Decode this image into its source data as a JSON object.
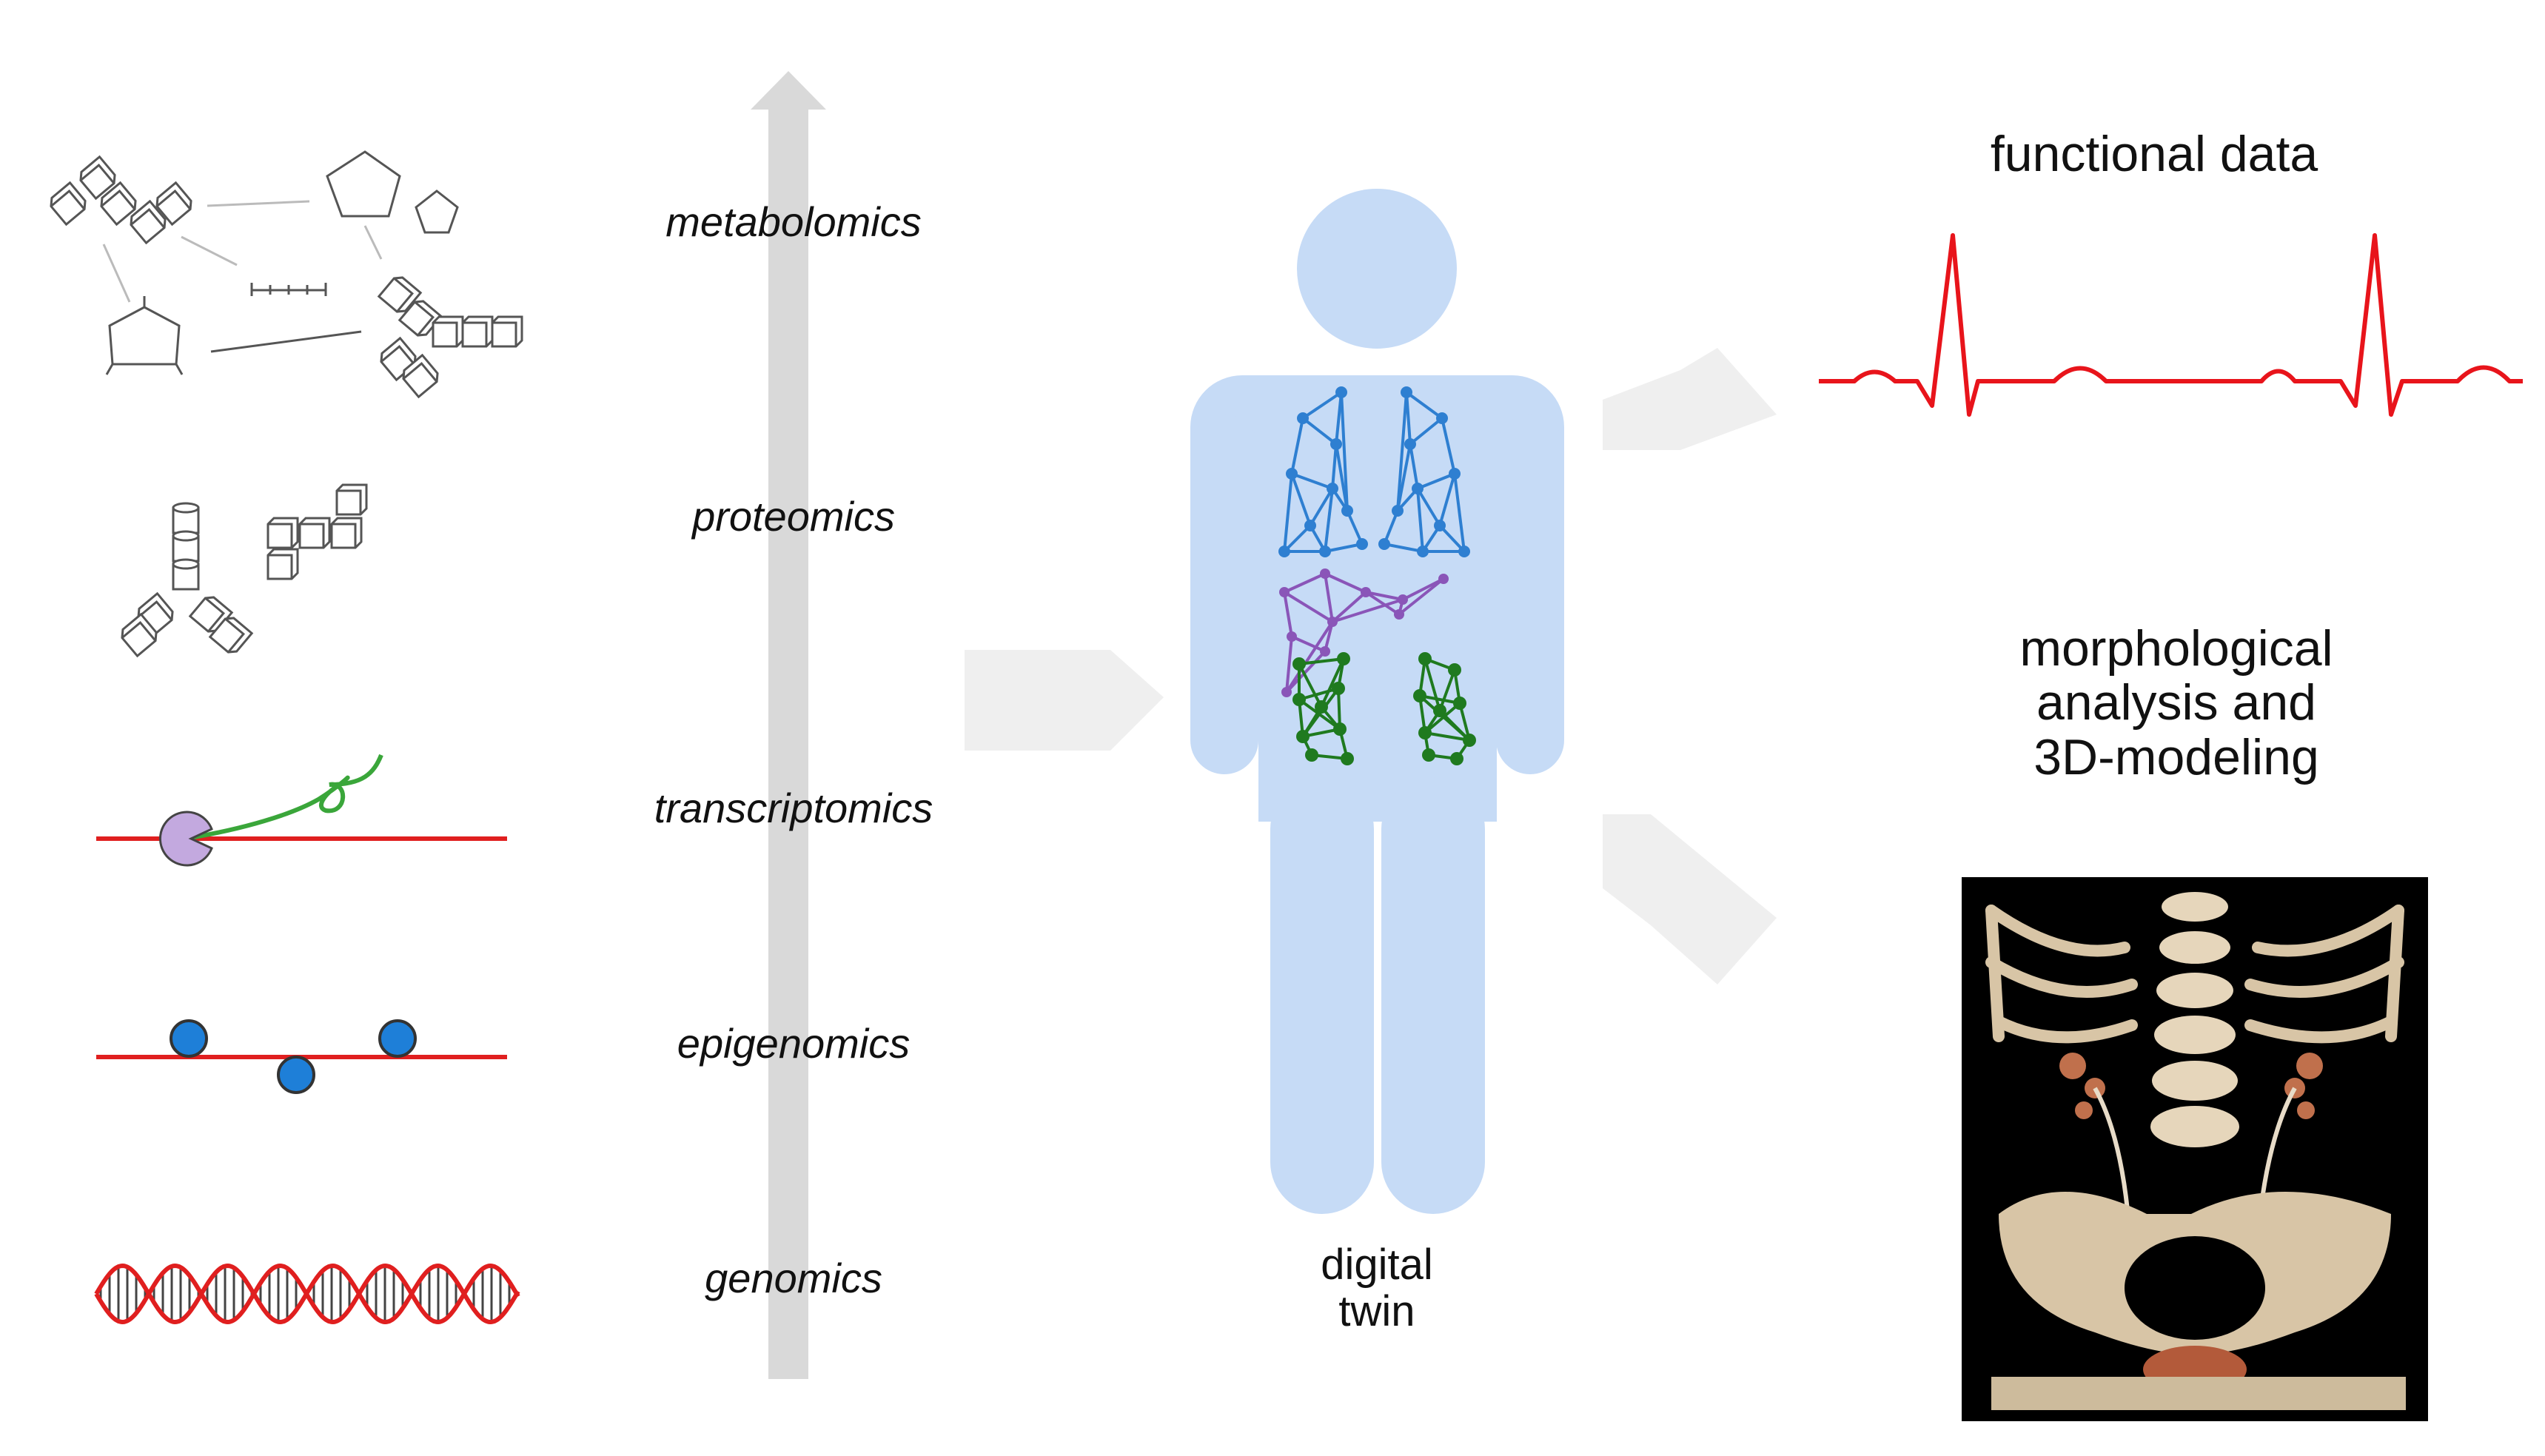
{
  "omics_levels": [
    {
      "label": "metabolomics",
      "icon": "metabolite-network-icon"
    },
    {
      "label": "proteomics",
      "icon": "protein-complex-icon"
    },
    {
      "label": "transcriptomics",
      "icon": "rna-transcription-icon"
    },
    {
      "label": "epigenomics",
      "icon": "dna-methylation-icon"
    },
    {
      "label": "genomics",
      "icon": "dna-double-helix-icon"
    }
  ],
  "digital_twin": {
    "label_line1": "digital",
    "label_line2": "twin",
    "body_color": "#c6dbf6",
    "lung_network_color": "#2e7fd1",
    "liver_network_color": "#8a55b8",
    "kidney_network_color": "#1f7a1f"
  },
  "outputs": {
    "functional_label": "functional data",
    "morpho_line1": "morphological",
    "morpho_line2": "analysis and",
    "morpho_line3": "3D-modeling"
  },
  "colors": {
    "ecg": "#e8141b",
    "strand": "#e01f1f",
    "methyl": "#1e7fd8",
    "polymerase": "#c3a9df",
    "mrna": "#3aa63a",
    "arrow": "#d9d9d9",
    "big_arrow": "#efefef"
  }
}
